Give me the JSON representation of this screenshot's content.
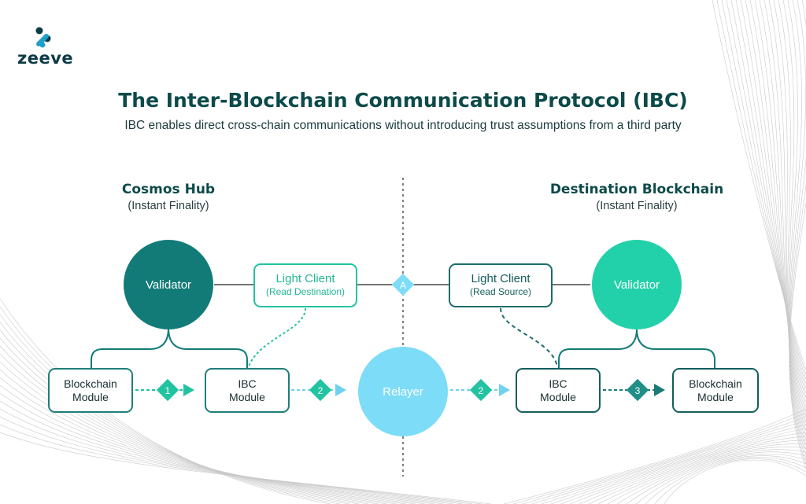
{
  "brand": {
    "name": "zeeve"
  },
  "header": {
    "title": "The Inter-Blockchain Communication Protocol (IBC)",
    "subtitle": "IBC enables direct cross-chain communications without introducing trust assumptions from a third party"
  },
  "left_chain": {
    "name": "Cosmos Hub",
    "finality": "(Instant Finality)",
    "validator": "Validator",
    "light_client": {
      "title": "Light Client",
      "sub": "(Read Destination)"
    },
    "blockchain_module": [
      "Blockchain",
      "Module"
    ],
    "ibc_module": [
      "IBC",
      "Module"
    ]
  },
  "right_chain": {
    "name": "Destination Blockchain",
    "finality": "(Instant Finality)",
    "validator": "Validator",
    "light_client": {
      "title": "Light Client",
      "sub": "(Read Source)"
    },
    "ibc_module": [
      "IBC",
      "Module"
    ],
    "blockchain_module": [
      "Blockchain",
      "Module"
    ]
  },
  "relayer": {
    "label": "Relayer"
  },
  "markers": {
    "center": "A",
    "step1": "1",
    "step2_left": "2",
    "step2_right": "2",
    "step3": "3"
  },
  "colors": {
    "dark_teal": "#127b78",
    "green": "#22d1a9",
    "relayer_blue": "#7ddcf7",
    "box_border": "#1f7f7a",
    "title": "#0d4a4a"
  }
}
